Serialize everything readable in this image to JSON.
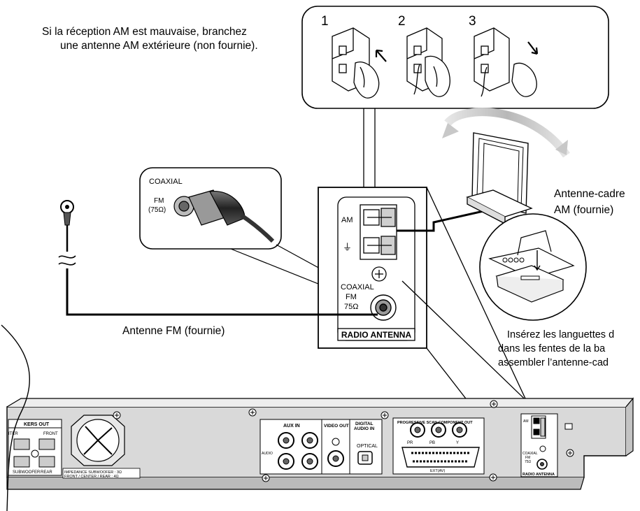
{
  "captions": {
    "am_bad_line1": "Si la réception AM est mauvaise, branchez",
    "am_bad_line2": "une antenne AM extérieure (non fournie).",
    "am_loop_line1": "Antenne-cadre",
    "am_loop_line2": "AM (fournie)",
    "fm_antenna": "Antenne FM (fournie)",
    "insert_line1": "Insérez les languettes d",
    "insert_line2": "dans les fentes de la ba",
    "insert_line3": "assembler l’antenne-cad"
  },
  "steps": [
    "1",
    "2",
    "3"
  ],
  "coaxial_inset": {
    "label": "COAXIAL",
    "fm": "FM",
    "ohm": "(75Ω)"
  },
  "antenna_panel": {
    "am": "AM",
    "ground": "⏚",
    "coaxial": "COAXIAL",
    "fm": "FM",
    "ohm": "75Ω",
    "title": "RADIO ANTENNA"
  },
  "rear_panel": {
    "speakers_out": "KERS OUT",
    "center": "ITER",
    "front": "FRONT",
    "subwoofer": "SUBWOOFER",
    "rear": "REAR",
    "impedance_1": "IMPEDANCE SUBWOOFER : 3Ω",
    "impedance_2": "FRONT / CENTER / REAR : 4Ω",
    "aux_in": "AUX IN",
    "audio": "AUDIO",
    "video_out": "VIDEO OUT",
    "digital_1": "DIGITAL",
    "digital_2": "AUDIO IN",
    "optical": "OPTICAL",
    "progressive": "PROGRESSIVE SCAN COMPONENT OUT",
    "pr": "PR",
    "pb": "PB",
    "y": "Y",
    "ext": "EXT(AV)",
    "small_am": "AM",
    "small_coax": "COAXIAL",
    "small_fm": "FM",
    "small_ohm": "75Ω",
    "small_radio": "RADIO ANTENNA"
  },
  "colors": {
    "panel": "#d9d9d9",
    "outline": "#000000",
    "arrow_gray": "#c8c8c8"
  }
}
